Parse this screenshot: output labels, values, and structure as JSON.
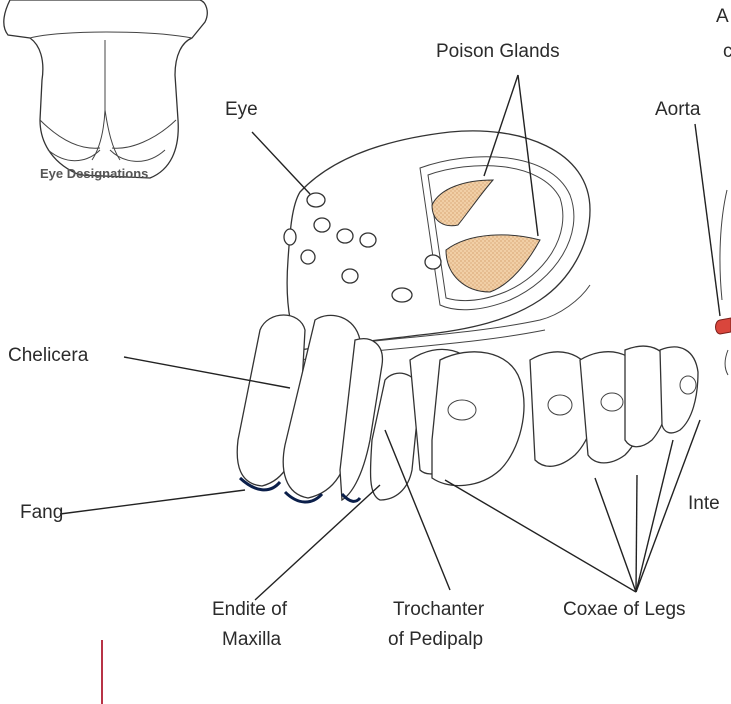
{
  "labels": {
    "eye_designations": "Eye Designations",
    "poison_glands": "Poison Glands",
    "eye": "Eye",
    "aorta": "Aorta",
    "chelicera": "Chelicera",
    "fang": "Fang",
    "endite_line1": "Endite of",
    "endite_line2": "Maxilla",
    "trochanter_line1": "Trochanter",
    "trochanter_line2": "of Pedipalp",
    "coxae": "Coxae of Legs",
    "cropped_top_right_1": "A",
    "cropped_top_right_2": "c",
    "cropped_right": "Inte"
  },
  "colors": {
    "gland_fill": "#f1cfa6",
    "gland_stipple": "#c98a52",
    "aorta": "#d9463c",
    "margin_line": "#b83246",
    "fang_tip": "#0b1f4a"
  }
}
